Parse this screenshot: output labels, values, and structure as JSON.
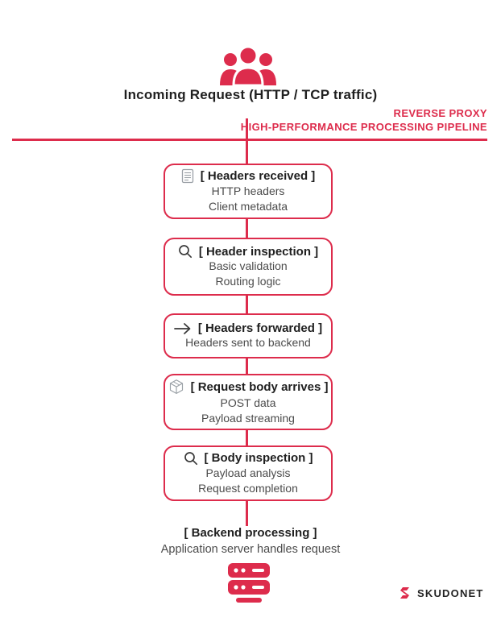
{
  "colors": {
    "accent": "#dd2c4c",
    "icon_gray": "#9aa0a6",
    "title_text": "#1f1f1f",
    "body_text": "#4b4b4b"
  },
  "header": {
    "icon": "users-icon",
    "title": "Incoming Request (HTTP / TCP traffic)"
  },
  "pipeline_label": {
    "line1": "REVERSE PROXY",
    "line2": "HIGH-PERFORMANCE PROCESSING PIPELINE"
  },
  "steps": [
    {
      "icon": "document-icon",
      "title": "[ Headers received ]",
      "details": [
        "HTTP headers",
        "Client metadata"
      ]
    },
    {
      "icon": "magnifier-icon",
      "title": "[ Header inspection ]",
      "details": [
        "Basic validation",
        "Routing logic"
      ]
    },
    {
      "icon": "arrow-right-icon",
      "title": "[ Headers forwarded ]",
      "details": [
        "Headers sent to backend"
      ]
    },
    {
      "icon": "package-icon",
      "title": "[ Request body arrives ]",
      "details": [
        "POST data",
        "Payload streaming"
      ]
    },
    {
      "icon": "magnifier-icon",
      "title": "[ Body inspection ]",
      "details": [
        "Payload analysis",
        "Request completion"
      ]
    }
  ],
  "backend": {
    "title": "[ Backend processing ]",
    "subtitle": "Application server handles request",
    "icon": "server-icon"
  },
  "brand": {
    "icon": "skudonet-logo-icon",
    "name": "SKUDONET"
  }
}
